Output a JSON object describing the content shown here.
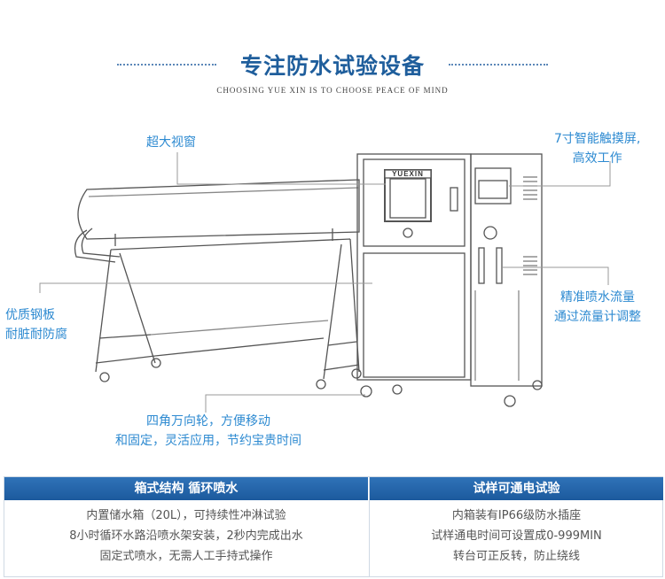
{
  "header": {
    "title": "专注防水试验设备",
    "subtitle": "CHOOSING YUE XIN IS TO CHOOSE PEACE OF MIND"
  },
  "machine": {
    "brand_label": "YUEXIN"
  },
  "callouts": {
    "window": "超大视窗",
    "touchscreen": [
      "7寸智能触摸屏,",
      "高效工作"
    ],
    "steel": [
      "优质钢板",
      "耐脏耐防腐"
    ],
    "flow": [
      "精准喷水流量",
      "通过流量计调整"
    ],
    "wheels": [
      "四角万向轮，方便移动",
      "和固定，灵活应用，节约宝贵时间"
    ]
  },
  "table": {
    "left": {
      "heading": "箱式结构 循环喷水",
      "rows": [
        "内置储水箱（20L），可持续性冲淋试验",
        "8小时循环水路沿喷水架安装，2秒内完成出水",
        "固定式喷水，无需人工手持式操作"
      ]
    },
    "right": {
      "heading": "试样可通电试验",
      "rows": [
        "内箱装有IP66级防水插座",
        "试样通电时间可设置成0-999MIN",
        "转台可正反转，防止绕线"
      ]
    }
  },
  "colors": {
    "title": "#1f5e9c",
    "callout": "#2d8ad1",
    "table_header": "#1c5a9d",
    "line_art": "#555555"
  }
}
